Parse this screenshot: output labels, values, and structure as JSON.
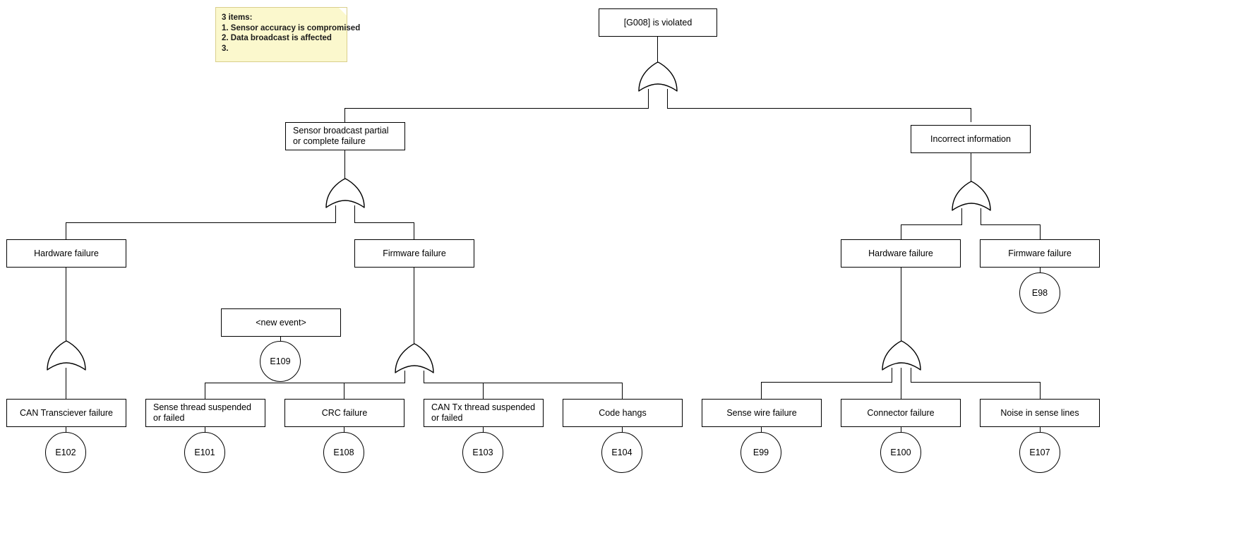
{
  "note": {
    "name": "annotation-note",
    "lines": [
      "3 items:",
      "1. Sensor accuracy is compromised",
      "2. Data broadcast is affected",
      "3."
    ]
  },
  "colors": {
    "stroke": "#000000",
    "box_fill": "#ffffff",
    "note_fill": "#fbf8cd",
    "note_border": "#d9cf8c",
    "canvas": "#ffffff"
  },
  "tree": {
    "root": {
      "label": "[G008] is violated"
    },
    "level2": {
      "left": {
        "label": "Sensor broadcast partial or complete failure"
      },
      "right": {
        "label": "Incorrect information"
      }
    },
    "level3": {
      "left_hardware": {
        "label": "Hardware failure"
      },
      "left_firmware": {
        "label": "Firmware failure"
      },
      "right_hardware": {
        "label": "Hardware failure"
      },
      "right_firmware": {
        "label": "Firmware failure"
      }
    },
    "new_event": {
      "label": "<new event>"
    },
    "leaves": [
      {
        "label": "CAN Transciever failure",
        "event_id": "E102"
      },
      {
        "label": "Sense thread suspended or failed",
        "event_id": "E101"
      },
      {
        "label": "CRC failure",
        "event_id": "E108"
      },
      {
        "label": "CAN Tx thread suspended or failed",
        "event_id": "E103"
      },
      {
        "label": "Code hangs",
        "event_id": "E104"
      },
      {
        "label": "Sense wire failure",
        "event_id": "E99"
      },
      {
        "label": "Connector failure",
        "event_id": "E100"
      },
      {
        "label": "Noise in sense lines",
        "event_id": "E107"
      }
    ],
    "standalone_events": {
      "firmware_right": "E98",
      "new_event": "E109"
    },
    "gates": {
      "root_gate": "or-gate",
      "left_branch_gate": "or-gate",
      "right_branch_gate": "or-gate",
      "left_hardware_gate": "or-gate",
      "left_firmware_gate": "or-gate",
      "right_hardware_gate": "or-gate"
    }
  }
}
